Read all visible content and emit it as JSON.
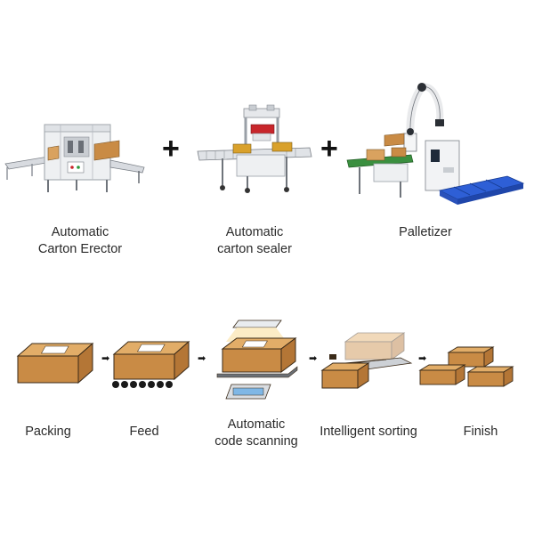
{
  "machines": [
    {
      "id": "erector",
      "label_lines": [
        "Automatic",
        "Carton Erector"
      ],
      "icon": "carton-erector-machine"
    },
    {
      "id": "sealer",
      "label_lines": [
        "Automatic",
        "carton sealer"
      ],
      "icon": "carton-sealer-machine"
    },
    {
      "id": "palletizer",
      "label_lines": [
        "Palletizer"
      ],
      "icon": "palletizer-robot"
    }
  ],
  "plus_symbol": "+",
  "arrow_symbol": "➡",
  "steps": [
    {
      "id": "packing",
      "label_lines": [
        "Packing"
      ],
      "icon": "box-icon"
    },
    {
      "id": "feed",
      "label_lines": [
        "Feed"
      ],
      "icon": "box-on-rollers-icon"
    },
    {
      "id": "scanning",
      "label_lines": [
        "Automatic",
        "code scanning"
      ],
      "icon": "box-scanner-icon"
    },
    {
      "id": "sorting",
      "label_lines": [
        "Intelligent sorting"
      ],
      "icon": "sorting-boxes-icon"
    },
    {
      "id": "finish",
      "label_lines": [
        "Finish"
      ],
      "icon": "stacked-boxes-icon"
    }
  ],
  "colors": {
    "box_front": "#c98b45",
    "box_top": "#e2ad68",
    "box_side": "#b47636",
    "outline": "#3a2a18",
    "machine_metal": "#cfd3d8",
    "machine_dark": "#5c6168",
    "accent_red": "#c8262b",
    "palletizer_blue": "#2e5fd6"
  }
}
